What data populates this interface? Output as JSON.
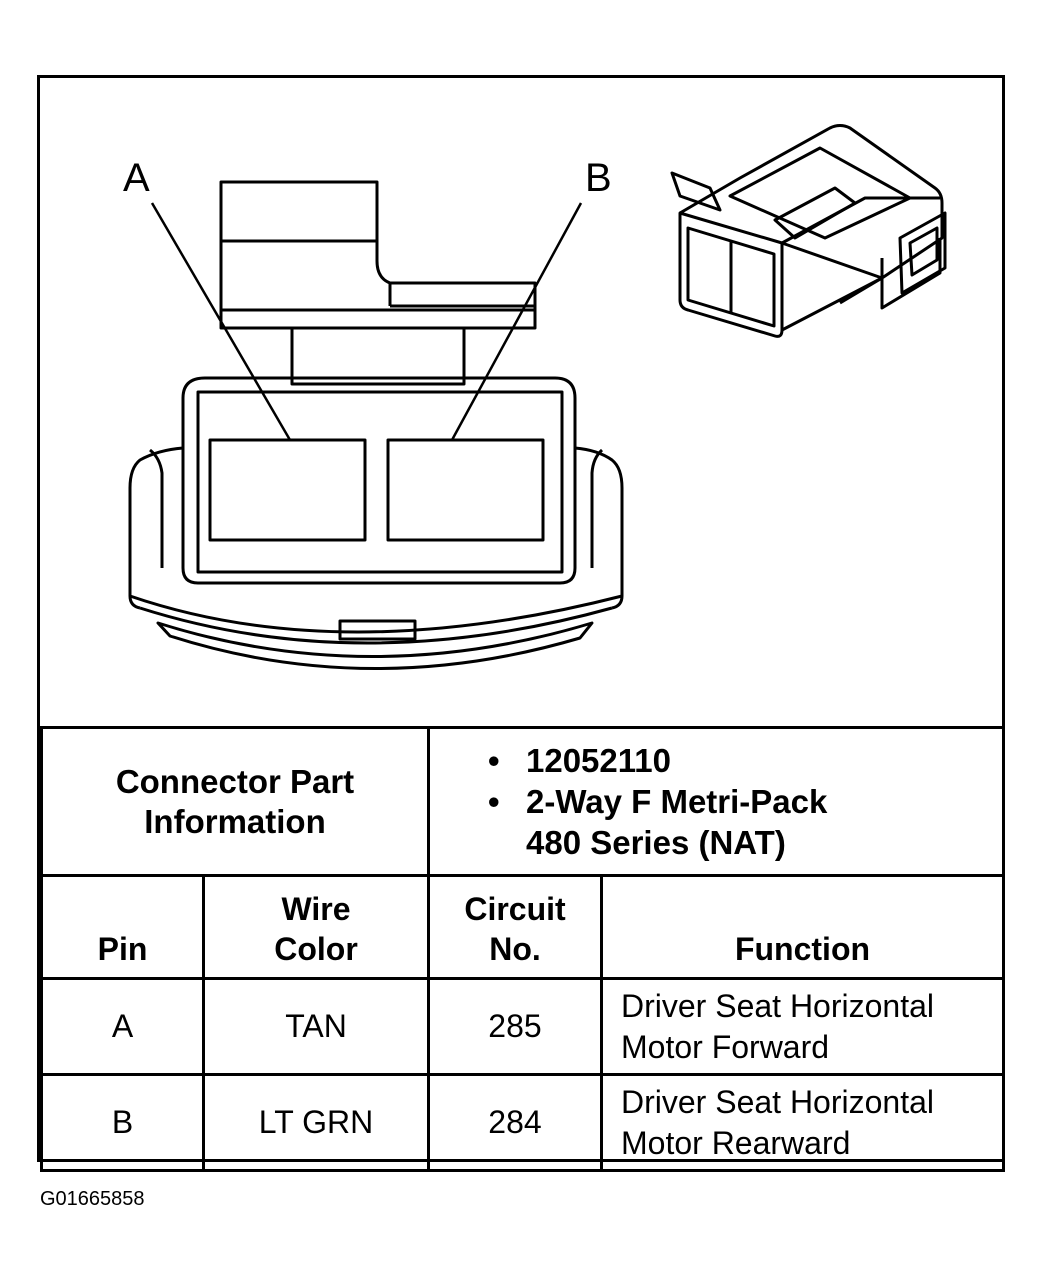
{
  "callouts": {
    "a": "A",
    "b": "B"
  },
  "connector_part_info": {
    "label_lines": [
      "Connector Part",
      "Information"
    ],
    "part_number": "12052110",
    "description_lines": [
      "2-Way F Metri-Pack",
      "480 Series (NAT)"
    ],
    "bullet": "•"
  },
  "columns": {
    "pin": "Pin",
    "wire_color": [
      "Wire",
      "Color"
    ],
    "circuit_no": [
      "Circuit",
      "No."
    ],
    "function": "Function"
  },
  "rows": [
    {
      "pin": "A",
      "wire_color": "TAN",
      "circuit": "285",
      "function_lines": [
        "Driver Seat Horizontal",
        "Motor Forward"
      ]
    },
    {
      "pin": "B",
      "wire_color": "LT GRN",
      "circuit": "284",
      "function_lines": [
        "Driver Seat Horizontal",
        "Motor Rearward"
      ]
    }
  ],
  "figure_id": "G01665858"
}
